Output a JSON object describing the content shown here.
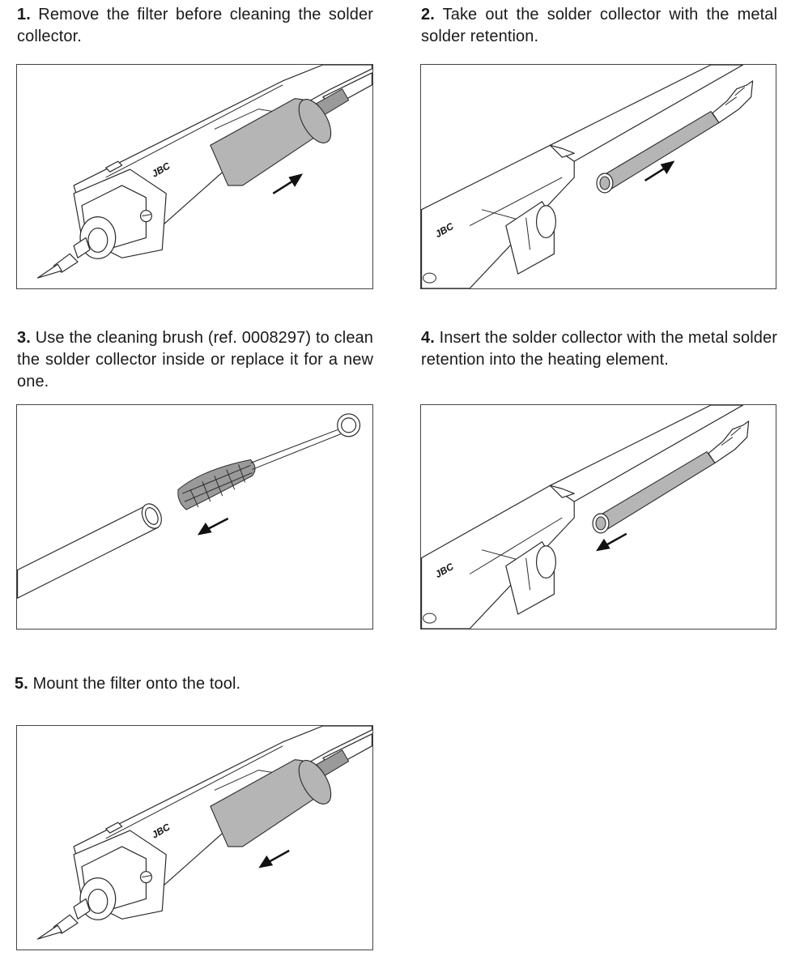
{
  "steps": [
    {
      "number": "1.",
      "text": "Remove the filter before cleaning the solder collector."
    },
    {
      "number": "2.",
      "text": "Take out the solder collector with the metal solder retention."
    },
    {
      "number": "3.",
      "text": "Use the cleaning brush (ref. 0008297) to clean the solder collector inside or replace it for a new one."
    },
    {
      "number": "4.",
      "text": "Insert the solder collector with the metal solder retention into the heating element."
    },
    {
      "number": "5.",
      "text": "Mount the filter onto the tool."
    }
  ],
  "illustration_logo": "JBC",
  "colors": {
    "border": "#444444",
    "filter_grey": "#b5b5b5",
    "arrow": "#111111"
  }
}
